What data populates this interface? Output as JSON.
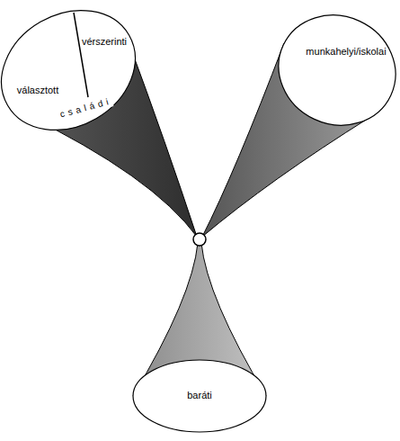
{
  "diagram": {
    "nodes": [
      {
        "text": [
          "családi"
        ]
      },
      {
        "text": [
          "választott"
        ],
        "in": 0
      },
      {
        "text": [
          "vérszerinti"
        ],
        "in": 0
      },
      {
        "text": [
          "munkahelyi/iskolai"
        ]
      },
      {
        "text": [
          "baráti"
        ]
      }
    ]
  }
}
